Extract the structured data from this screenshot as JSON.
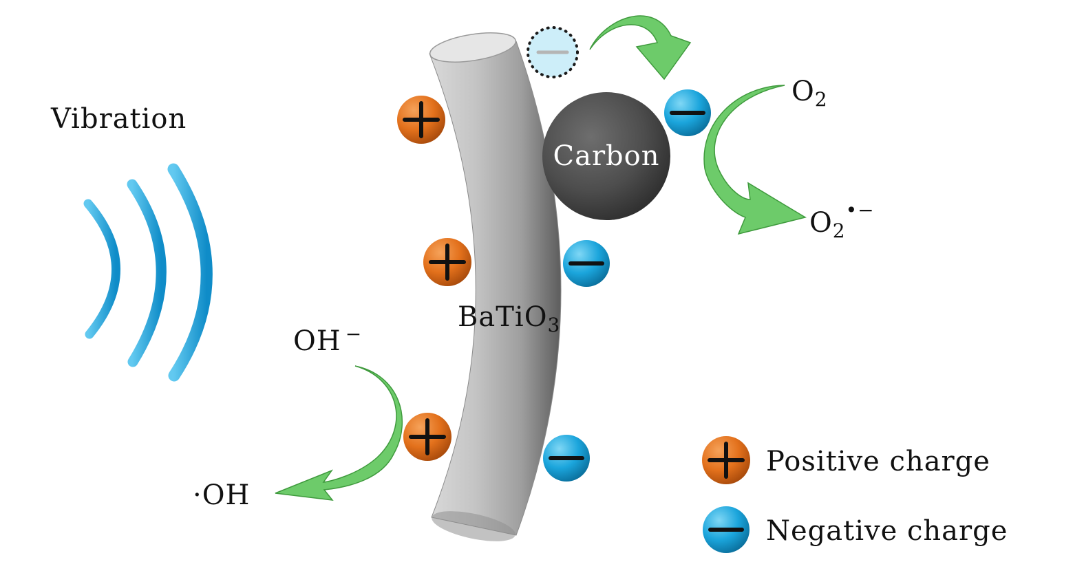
{
  "labels": {
    "vibration": "Vibration",
    "carbon": "Carbon",
    "batio3_main": "BaTiO",
    "batio3_sub": "3",
    "o2_main": "O",
    "o2_sub": "2",
    "superoxide_main": "O",
    "superoxide_sub": "2",
    "superoxide_sup": "•−",
    "hydroxide_main": "OH",
    "hydroxide_sup": "−",
    "hydroxyl_radical": "·OH"
  },
  "legend": {
    "positive": "Positive charge",
    "negative": "Negative charge"
  },
  "colors": {
    "positive_charge": "#e8761e",
    "negative_charge": "#1da9df",
    "vibration_waves": "#1fa6dd",
    "arrows": "#6dcb6a",
    "rod": "#a8a8a8",
    "carbon_sphere": "#505050"
  }
}
